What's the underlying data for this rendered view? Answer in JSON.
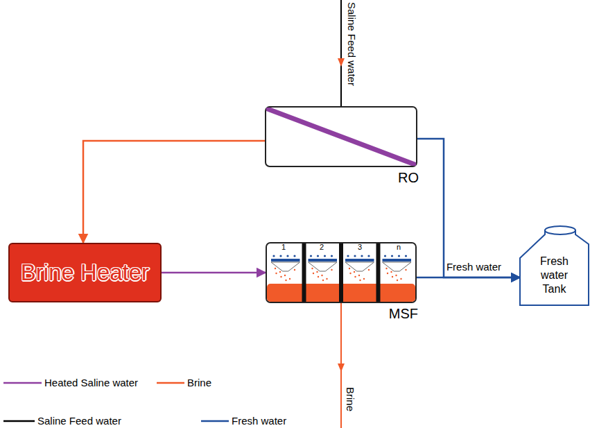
{
  "diagram": {
    "nodes": [
      {
        "text": [
          "RO"
        ]
      },
      {
        "text": [
          "Brine Heater"
        ]
      },
      {
        "text": [
          "MSF"
        ]
      },
      {
        "text": [
          "Fresh water Tank"
        ]
      }
    ],
    "edges": [
      {
        "from": 0,
        "to": 1,
        "arrow": "to"
      },
      {
        "from": 1,
        "to": 2,
        "arrow": "to"
      },
      {
        "from": 0,
        "to": 3,
        "arrow": "to"
      },
      {
        "from": 2,
        "to": 3,
        "label": "Fresh water",
        "arrow": "to"
      }
    ],
    "labels": [
      "Saline Feed water",
      "1",
      "2",
      "3",
      "n",
      "Brine"
    ],
    "legend": [
      {
        "text": "Heated Saline water"
      },
      {
        "text": "Brine"
      },
      {
        "text": "Saline Feed water"
      },
      {
        "text": "Fresh water"
      }
    ]
  }
}
